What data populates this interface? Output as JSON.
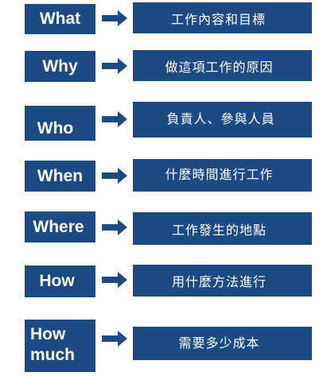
{
  "rows": [
    {
      "key": "What",
      "desc": "工作內容和目標"
    },
    {
      "key": "Why",
      "desc": "做這項工作的原因"
    },
    {
      "key": "Who",
      "desc": "負責人、參與人員"
    },
    {
      "key": "When",
      "desc": "什麼時間進行工作"
    },
    {
      "key": "Where",
      "desc": "工作發生的地點"
    },
    {
      "key": "How",
      "desc": "用什麼方法進行"
    },
    {
      "key": "How\nmuch",
      "desc": "需要多少成本"
    }
  ],
  "colors": {
    "box": "#1c4a82",
    "arrow": "#1c4a82",
    "text": "#ffffff"
  },
  "icons": {
    "arrow": "arrow-right-icon"
  }
}
